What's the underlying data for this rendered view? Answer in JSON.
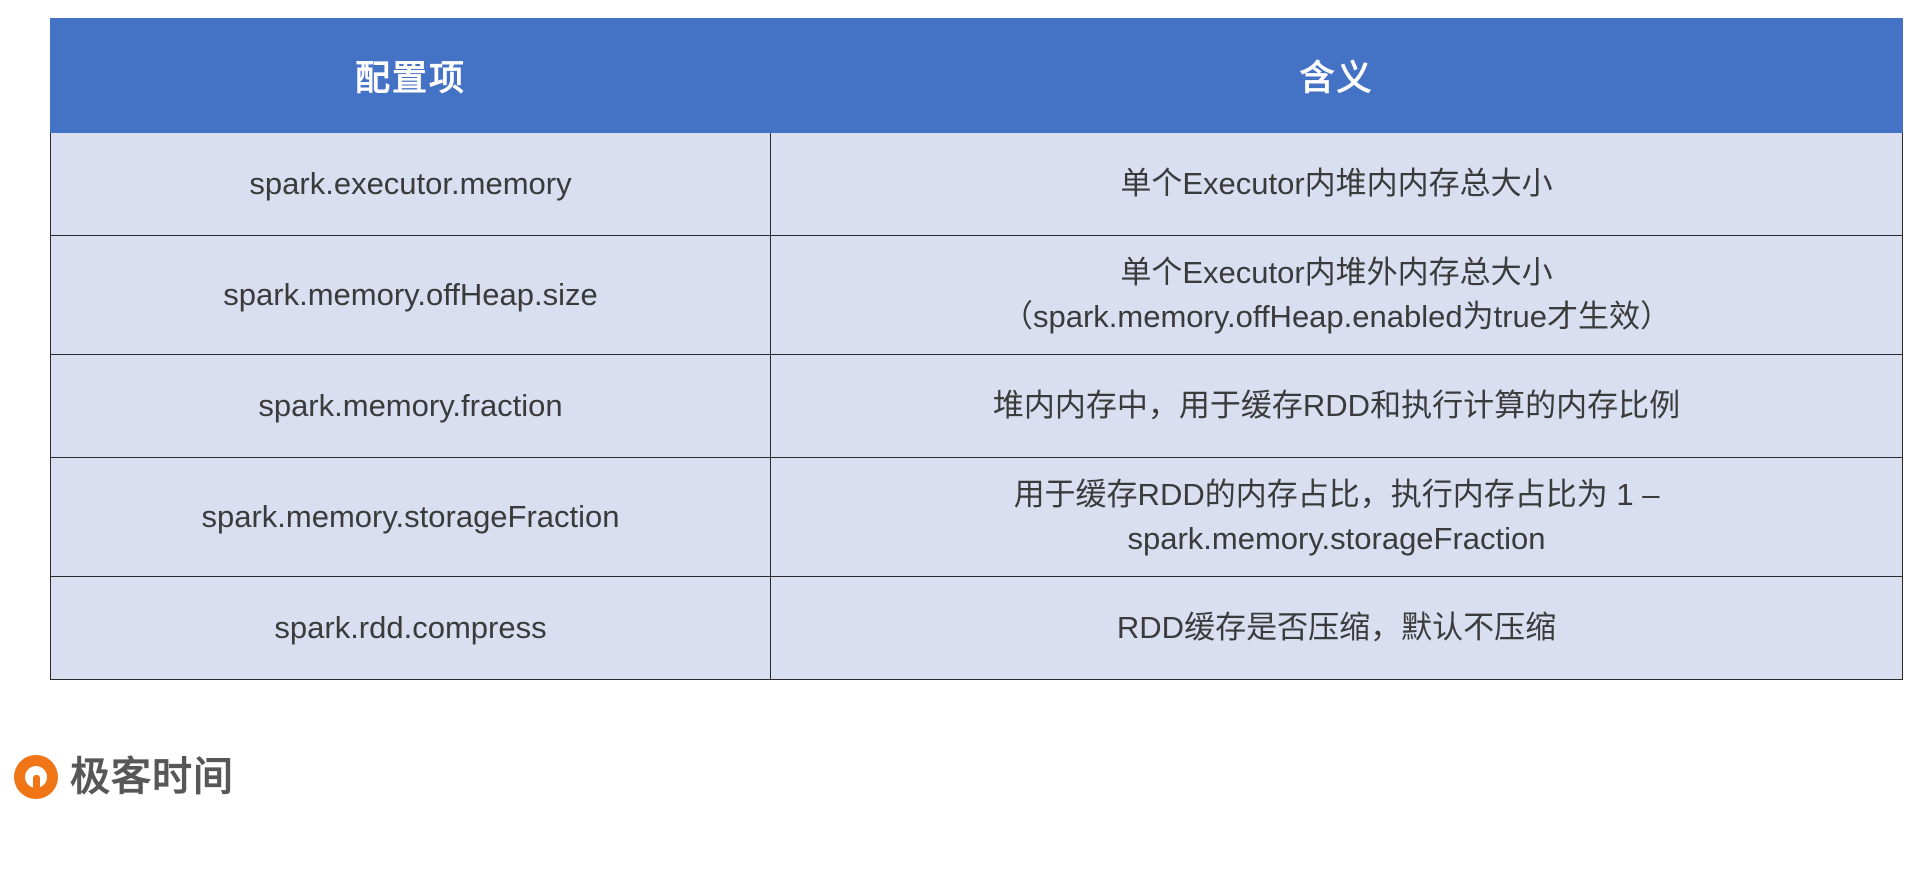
{
  "table": {
    "headers": [
      "配置项",
      "含义"
    ],
    "rows": [
      {
        "key": "spark.executor.memory",
        "meaning_lines": [
          "单个Executor内堆内内存总大小"
        ]
      },
      {
        "key": "spark.memory.offHeap.size",
        "meaning_lines": [
          "单个Executor内堆外内存总大小",
          "（spark.memory.offHeap.enabled为true才生效）"
        ]
      },
      {
        "key": "spark.memory.fraction",
        "meaning_lines": [
          "堆内内存中，用于缓存RDD和执行计算的内存比例"
        ]
      },
      {
        "key": "spark.memory.storageFraction",
        "meaning_lines": [
          "用于缓存RDD的内存占比，执行内存占比为 1 –",
          "spark.memory.storageFraction"
        ]
      },
      {
        "key": "spark.rdd.compress",
        "meaning_lines": [
          "RDD缓存是否压缩，默认不压缩"
        ]
      }
    ]
  },
  "footer": {
    "brand": "极客时间"
  },
  "colors": {
    "header_bg": "#4472C4",
    "header_text": "#FFFFFF",
    "cell_bg": "#D9DFF1",
    "cell_text": "#3B3B3B",
    "border": "#2A2A2A",
    "logo_orange": "#F07516",
    "logo_text": "#575757"
  }
}
